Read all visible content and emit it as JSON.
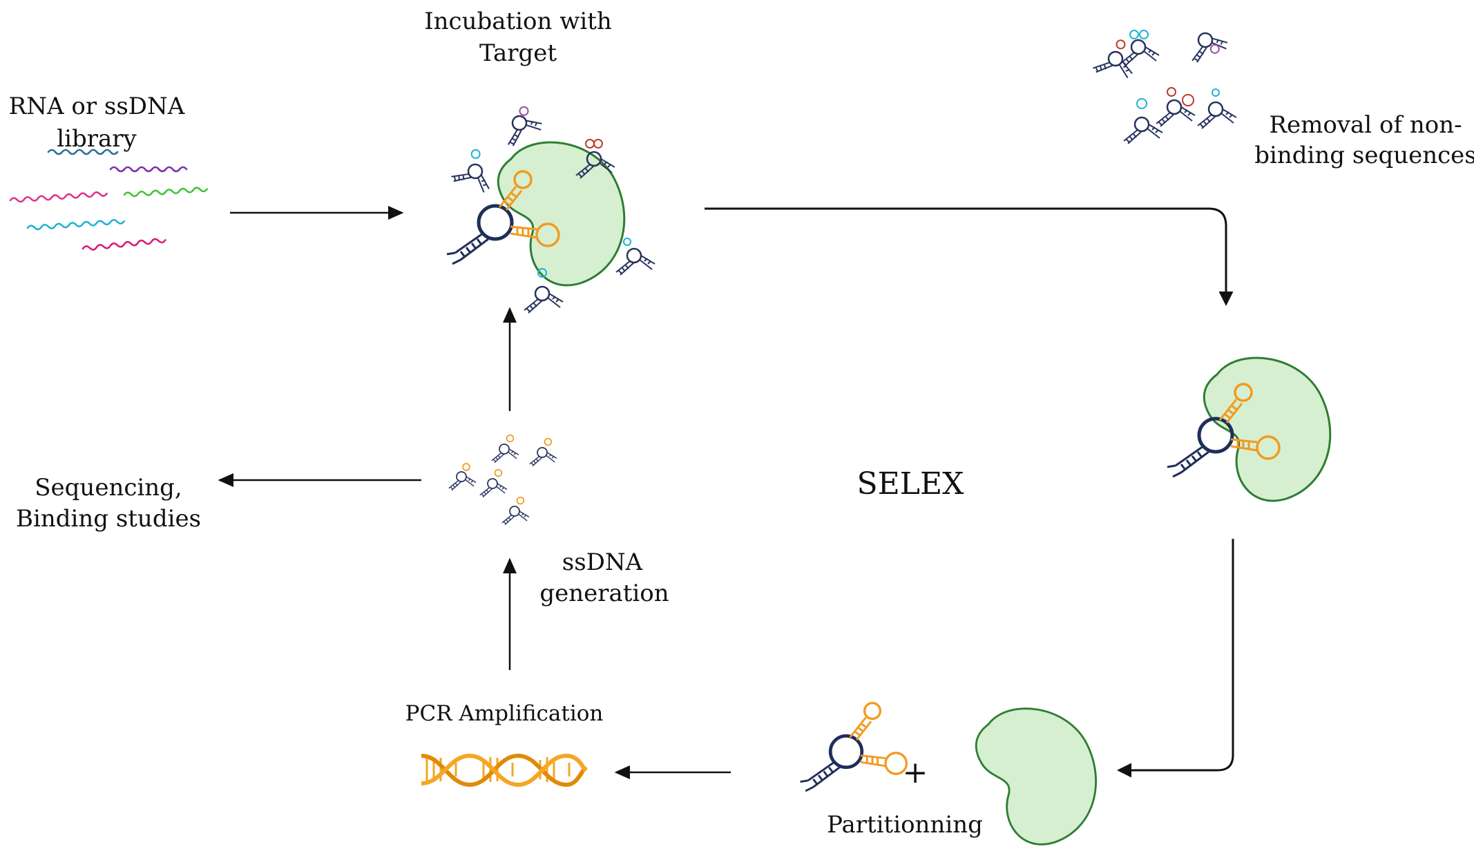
{
  "labels": {
    "library": [
      "RNA or ssDNA",
      "library"
    ],
    "incubation": [
      "Incubation with",
      "Target"
    ],
    "removal": [
      "Removal of non-",
      "binding sequences"
    ],
    "center": "SELEX",
    "sequencing": [
      "Sequencing,",
      "Binding studies"
    ],
    "ssdna": [
      "ssDNA",
      "generation"
    ],
    "pcr": "PCR Amplification",
    "plus": "+",
    "partitioning": "Partitionning"
  },
  "colors": {
    "target_fill": "#d6efd0",
    "target_stroke": "#2e7d32",
    "aptamer_dark": "#1f2e5a",
    "aptamer_orange": "#f29a1f",
    "arrow": "#111111",
    "strand_colors": [
      "#2b6f99",
      "#e0338f",
      "#7b2fa8",
      "#1fb3d6",
      "#44c23a",
      "#d81b7a"
    ]
  }
}
